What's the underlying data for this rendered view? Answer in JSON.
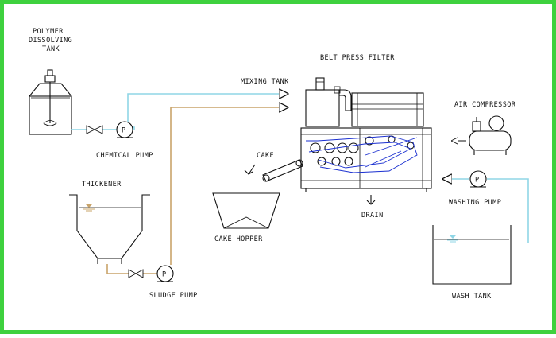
{
  "colors": {
    "frame_border": "#3ed13e",
    "chemical_line": "#8fd6e6",
    "sludge_line": "#c9a46a",
    "belt_detail": "#1a2fd0",
    "water_symbol": "#c9a46a"
  },
  "icons": [
    "pump-icon",
    "valve-icon",
    "arrow-icon",
    "water-level-icon"
  ],
  "labels": {
    "polymer_tank_line1": "POLYMER",
    "polymer_tank_line2": "DISSOLVING",
    "polymer_tank_line3": "TANK",
    "chemical_pump": "CHEMICAL PUMP",
    "thickener": "THICKENER",
    "sludge_pump": "SLUDGE PUMP",
    "mixing_tank": "MIXING TANK",
    "belt_press_filter": "BELT PRESS FILTER",
    "cake": "CAKE",
    "cake_hopper": "CAKE HOPPER",
    "drain": "DRAIN",
    "air_compressor": "AIR COMPRESSOR",
    "washing_pump": "WASHING PUMP",
    "wash_tank": "WASH TANK",
    "pump_letter": "P"
  }
}
